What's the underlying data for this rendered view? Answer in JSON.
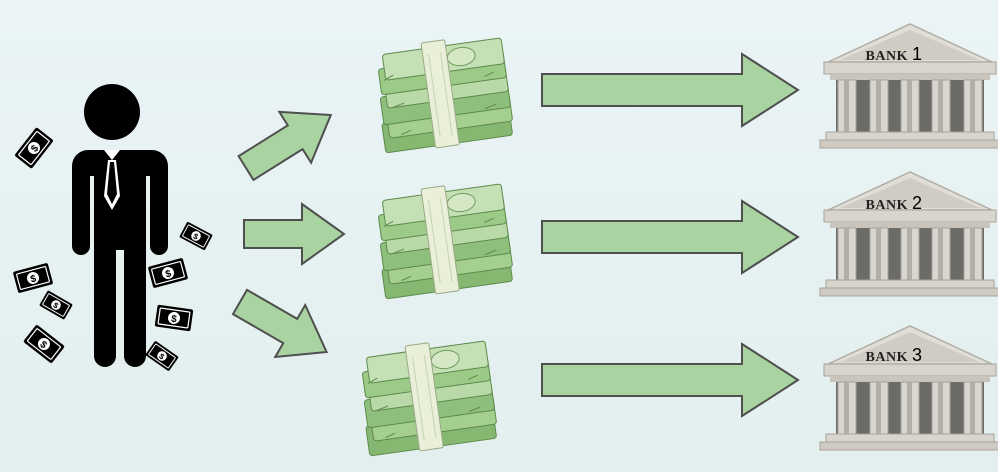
{
  "colors": {
    "arrow_fill": "#a9d3a0",
    "arrow_stroke": "#4f4f4f",
    "person": "#000000",
    "bill_dark": "#000000",
    "cash_light": "#b9d9a8",
    "cash_mid": "#8fbf7c",
    "cash_band": "#e9efd9",
    "bank_stone": "#d9d6d0",
    "bank_shadow": "#a8a39b"
  },
  "icons": [
    "person-icon",
    "dollar-bill-icon",
    "cash-stack-icon",
    "arrow-icon",
    "bank-icon"
  ],
  "banks": [
    {
      "label": "BANK",
      "number": "1"
    },
    {
      "label": "BANK",
      "number": "2"
    },
    {
      "label": "BANK",
      "number": "3"
    }
  ]
}
